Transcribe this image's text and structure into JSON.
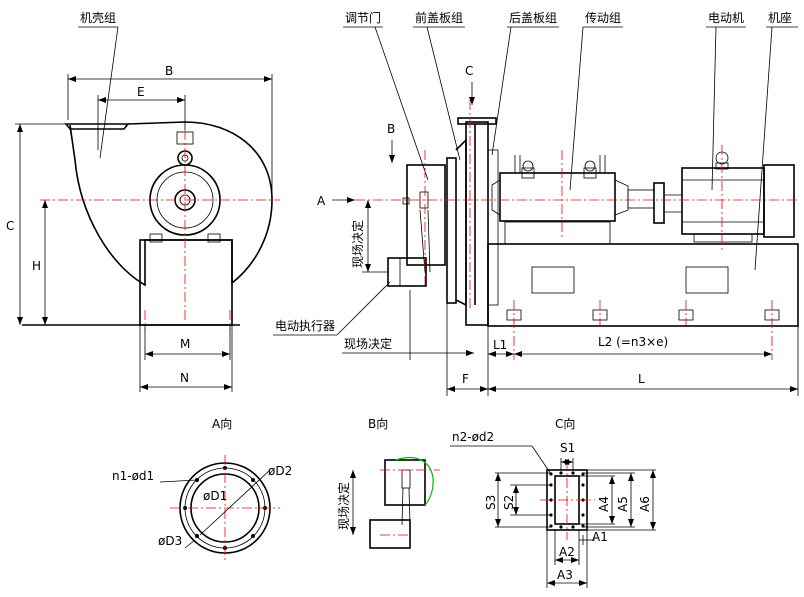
{
  "side_view": {
    "casing_label": "机壳组",
    "dim_B": "B",
    "dim_E": "E",
    "dim_C": "C",
    "dim_H": "H",
    "dim_M": "M",
    "dim_N": "N"
  },
  "front_view": {
    "damper_label": "调节门",
    "front_cover_label": "前盖板组",
    "rear_cover_label": "后盖板组",
    "drive_label": "传动组",
    "motor_label": "电动机",
    "base_label": "机座",
    "arrow_A": "A",
    "arrow_B": "B",
    "arrow_C": "C",
    "actuator_label": "电动执行器",
    "site_decide_1": "现场决定",
    "site_decide_2": "现场决定",
    "dim_F": "F",
    "dim_L": "L",
    "dim_L1": "L1",
    "dim_L2": "L2 (=n3×e)"
  },
  "view_A": {
    "title": "A向",
    "n1d1": "n1-ød1",
    "D1": "øD1",
    "D2": "øD2",
    "D3": "øD3"
  },
  "view_B": {
    "title": "B向",
    "site_decide": "现场决定"
  },
  "view_C": {
    "title": "C向",
    "n2d2": "n2-ød2",
    "S1": "S1",
    "S2": "S2",
    "S3": "S3",
    "A1": "A1",
    "A2": "A2",
    "A3": "A3",
    "A4": "A4",
    "A5": "A5",
    "A6": "A6"
  },
  "colors": {
    "line": "#000000",
    "centerline": "#ff0000",
    "accent": "#00c000"
  }
}
